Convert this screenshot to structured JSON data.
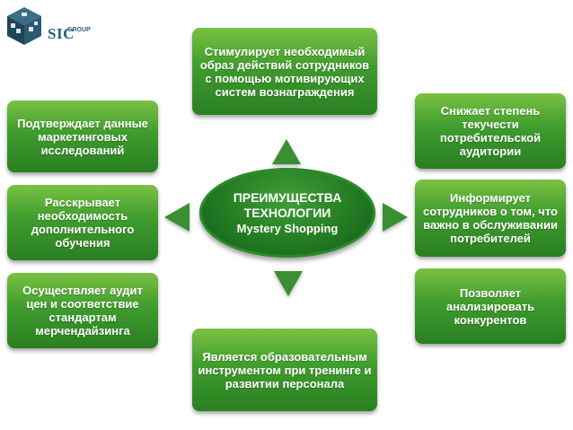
{
  "logo": {
    "icon": "sic-cube-logo",
    "text": "SIC",
    "sub": "GROUP"
  },
  "center": {
    "line1": "ПРЕИМУЩЕСТВА",
    "line2": "ТЕХНОЛОГИИ",
    "line3": "Mystery Shopping"
  },
  "boxes": {
    "top": "Стимулирует необходимый образ действий сотрудников с помощью мотивирующих систем вознаграждения",
    "left1": "Подтверждает данные маркетинговых исследований",
    "left2": "Расскрывает необходимость дополнительного обучения",
    "left3": "Осуществляет аудит цен и соответствие стандартам мерчендайзинга",
    "right1": "Снижает степень текучести потребительской аудитории",
    "right2": "Информирует сотрудников о том, что важно в обслуживании потребителей",
    "right3": "Позволяет анализировать конкурентов",
    "bottom": "Является образовательным инструментом при тренинге и развитии персонала"
  },
  "colors": {
    "box_top": "#7ac143",
    "box_bottom": "#2a7f22",
    "center": "#237a22",
    "arrow": "#3a8f34",
    "logo": "#2e5e7a"
  }
}
